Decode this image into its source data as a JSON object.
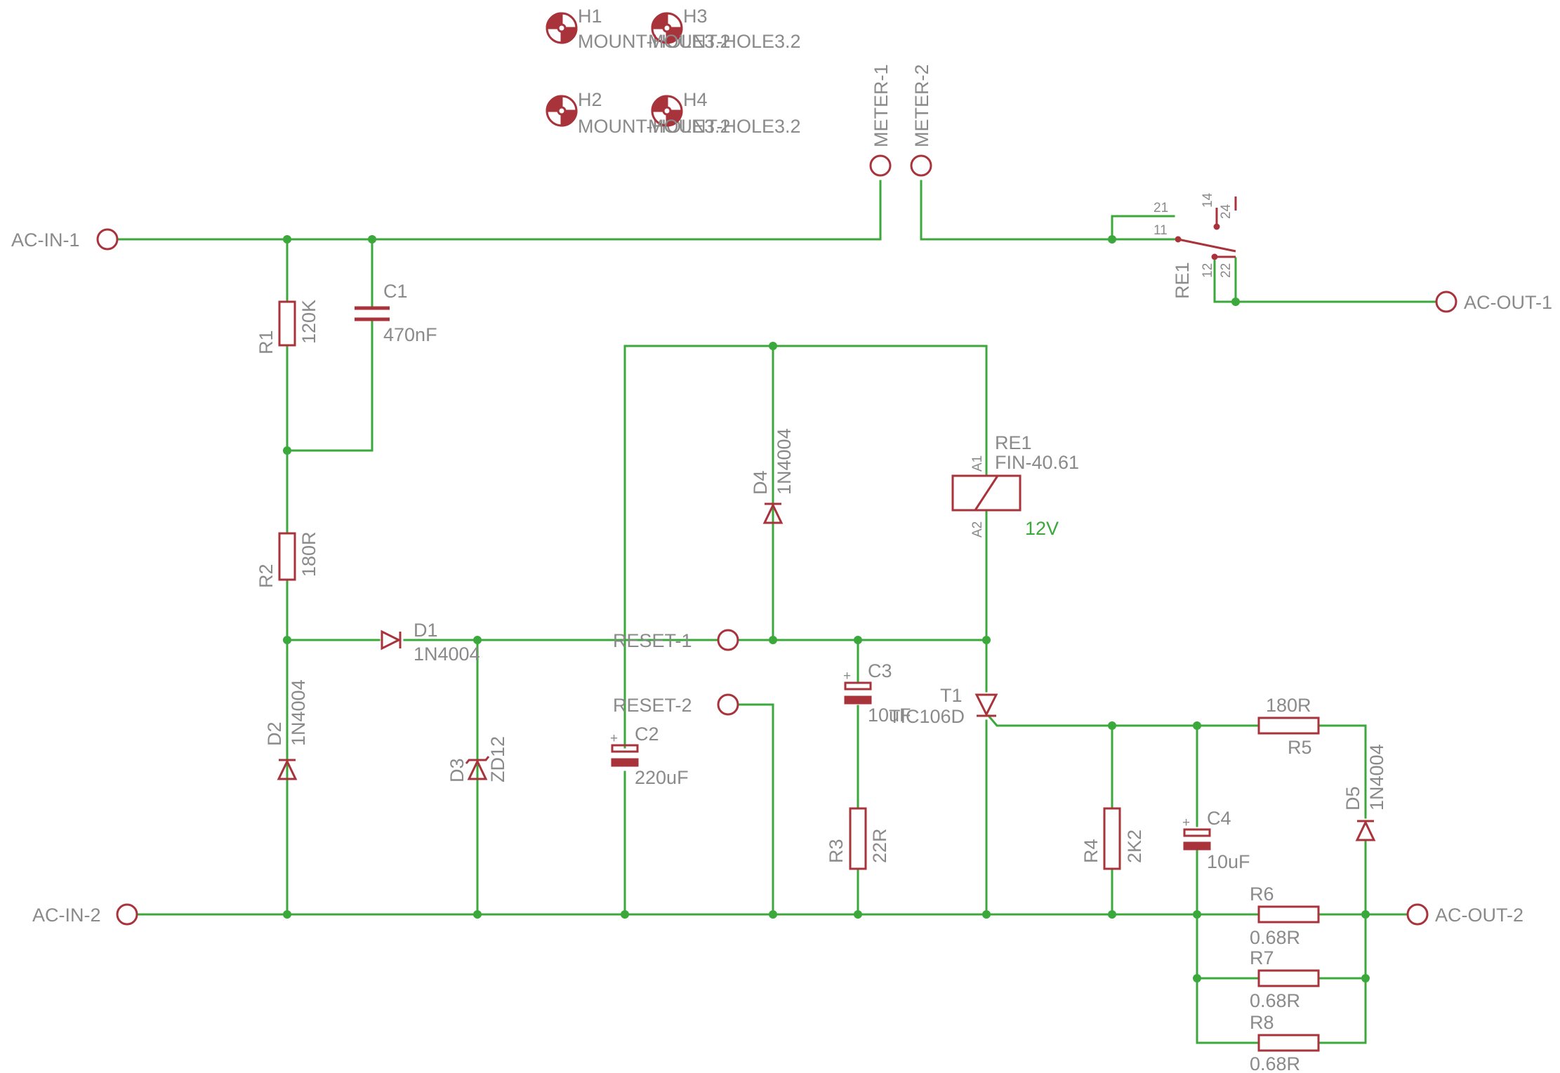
{
  "ports": {
    "ac_in_1": "AC-IN-1",
    "ac_in_2": "AC-IN-2",
    "ac_out_1": "AC-OUT-1",
    "ac_out_2": "AC-OUT-2",
    "meter_1": "METER-1",
    "meter_2": "METER-2",
    "reset_1": "RESET-1",
    "reset_2": "RESET-2"
  },
  "mount_holes": [
    {
      "name": "H1",
      "value": "MOUNT-HOLE3.2"
    },
    {
      "name": "H2",
      "value": "MOUNT-HOLE3.2"
    },
    {
      "name": "H3",
      "value": "MOUNT-HOLE3.2"
    },
    {
      "name": "H4",
      "value": "MOUNT-HOLE3.2"
    }
  ],
  "components": {
    "r1": {
      "name": "R1",
      "value": "120K"
    },
    "r2": {
      "name": "R2",
      "value": "180R"
    },
    "r3": {
      "name": "R3",
      "value": "22R"
    },
    "r4": {
      "name": "R4",
      "value": "2K2"
    },
    "r5": {
      "name": "R5",
      "value": "180R"
    },
    "r6": {
      "name": "R6",
      "value": "0.68R"
    },
    "r7": {
      "name": "R7",
      "value": "0.68R"
    },
    "r8": {
      "name": "R8",
      "value": "0.68R"
    },
    "c1": {
      "name": "C1",
      "value": "470nF"
    },
    "c2": {
      "name": "C2",
      "value": "220uF"
    },
    "c3": {
      "name": "C3",
      "value": "10uF"
    },
    "c4": {
      "name": "C4",
      "value": "10uF"
    },
    "d1": {
      "name": "D1",
      "value": "1N4004"
    },
    "d2": {
      "name": "D2",
      "value": "1N4004"
    },
    "d3": {
      "name": "D3",
      "value": "ZD12"
    },
    "d4": {
      "name": "D4",
      "value": "1N4004"
    },
    "d5": {
      "name": "D5",
      "value": "1N4004"
    },
    "t1": {
      "name": "T1",
      "value": "TIC106D"
    },
    "re1_coil": {
      "name": "RE1",
      "value": "FIN-40.61",
      "voltage": "12V"
    },
    "re1_contact": {
      "name": "RE1"
    }
  },
  "relay_pins": {
    "a1": "A1",
    "a2": "A2",
    "p11": "11",
    "p12": "12",
    "p14": "14",
    "p21": "21",
    "p22": "22",
    "p24": "24"
  },
  "colors": {
    "wire": "#3aa83a",
    "component": "#a8333b",
    "label": "#8a8a8a",
    "background": "#ffffff"
  }
}
